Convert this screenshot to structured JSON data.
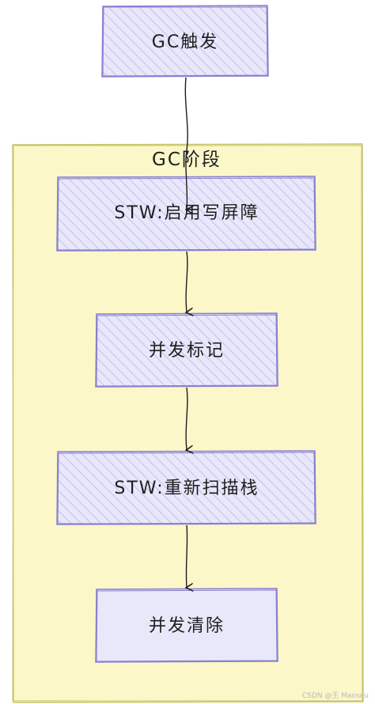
{
  "colors": {
    "group_fill": "#fbf7c9",
    "group_stroke": "#c9c36a",
    "node_fill": "#e9e8fb",
    "node_hatch": "#c4c2ee",
    "node_stroke": "#8a7ed0",
    "arrow": "#1e1e1e"
  },
  "trigger": {
    "label": "GC触发"
  },
  "gc_phase": {
    "title": "GC阶段",
    "steps": [
      {
        "label": "STW:启用写屏障"
      },
      {
        "label": "并发标记"
      },
      {
        "label": "STW:重新扫描栈"
      },
      {
        "label": "并发清除"
      }
    ]
  },
  "watermark": "CSDN @王 Maoseu"
}
